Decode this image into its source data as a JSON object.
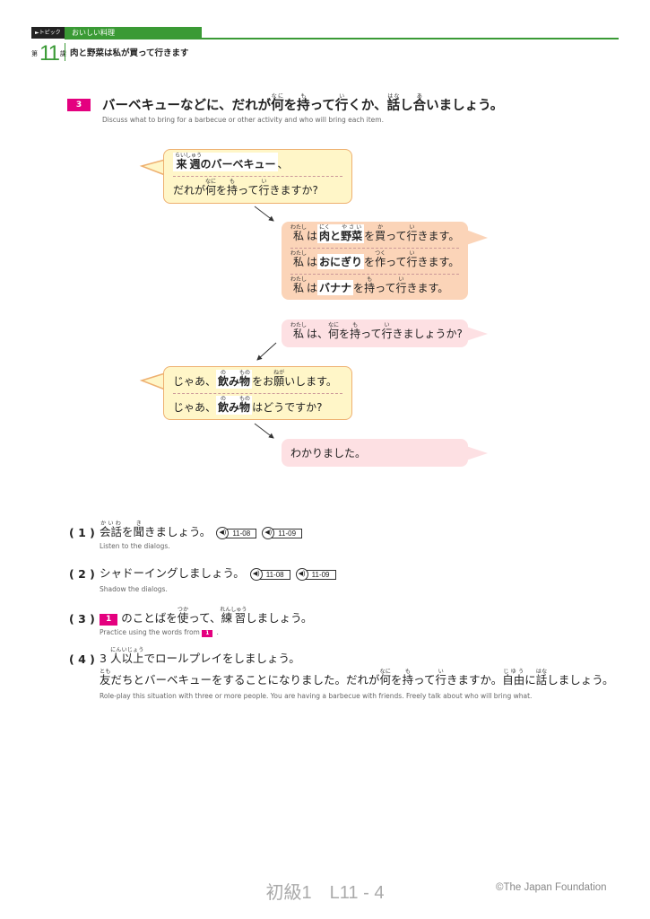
{
  "header": {
    "topic_label": "►トピック",
    "topic": "おいしい料理",
    "lesson_pre": "第",
    "lesson_num": "11",
    "lesson_post": "課",
    "title": "肉と野菜は私が買って行きます"
  },
  "section": {
    "number": "3",
    "heading": [
      "バーベキューなどに、だれが",
      {
        "t": "何",
        "r": "なに"
      },
      "を",
      {
        "t": "持",
        "r": "も"
      },
      "って",
      {
        "t": "行",
        "r": "い"
      },
      "くか、",
      {
        "t": "話",
        "r": "はな"
      },
      "し",
      {
        "t": "合",
        "r": "あ"
      },
      "いましょう。"
    ],
    "english": "Discuss what to bring for a barbecue or other activity and who will bring each item."
  },
  "dialog": {
    "b1": [
      [
        {
          "box": [
            {
              "t": "来週",
              "r": "らいしゅう"
            },
            "のバーベキュー"
          ]
        },
        " 、"
      ],
      [
        "だれが",
        {
          "t": "何",
          "r": "なに"
        },
        "を",
        {
          "t": "持",
          "r": "も"
        },
        "って",
        {
          "t": "行",
          "r": "い"
        },
        "きますか?"
      ]
    ],
    "b2": [
      [
        {
          "t": "私",
          "r": "わたし"
        },
        "は ",
        {
          "box": [
            {
              "t": "肉",
              "r": "にく"
            },
            "と",
            {
              "t": "野菜",
              "r": "やさい"
            }
          ]
        },
        " を",
        {
          "t": "買",
          "r": "か"
        },
        "って",
        {
          "t": "行",
          "r": "い"
        },
        "きます。"
      ],
      [
        {
          "t": "私",
          "r": "わたし"
        },
        "は ",
        {
          "box": [
            "おにぎり"
          ]
        },
        " を",
        {
          "t": "作",
          "r": "つく"
        },
        "って",
        {
          "t": "行",
          "r": "い"
        },
        "きます。"
      ],
      [
        {
          "t": "私",
          "r": "わたし"
        },
        "は ",
        {
          "box": [
            "バナナ"
          ]
        },
        " を",
        {
          "t": "持",
          "r": "も"
        },
        "って",
        {
          "t": "行",
          "r": "い"
        },
        "きます。"
      ]
    ],
    "b3": [
      [
        {
          "t": "私",
          "r": "わたし"
        },
        "は、",
        {
          "t": "何",
          "r": "なに"
        },
        "を",
        {
          "t": "持",
          "r": "も"
        },
        "って",
        {
          "t": "行",
          "r": "い"
        },
        "きましょうか?"
      ]
    ],
    "b4": [
      [
        "じゃあ、 ",
        {
          "box": [
            {
              "t": "飲",
              "r": "の"
            },
            "み",
            {
              "t": "物",
              "r": "もの"
            }
          ]
        },
        " をお",
        {
          "t": "願",
          "r": "ねが"
        },
        "いします。"
      ],
      [
        "じゃあ、 ",
        {
          "box": [
            {
              "t": "飲",
              "r": "の"
            },
            "み",
            {
              "t": "物",
              "r": "もの"
            }
          ]
        },
        " はどうですか?"
      ]
    ],
    "b5": [
      [
        "わかりました。"
      ]
    ]
  },
  "tasks": [
    {
      "label": "( 1 )",
      "text": [
        {
          "t": "会話",
          "r": "かいわ"
        },
        "を",
        {
          "t": "聞",
          "r": "き"
        },
        "きましょう。"
      ],
      "audio": [
        "11-08",
        "11-09"
      ],
      "english": "Listen to the dialogs."
    },
    {
      "label": "( 2 )",
      "text": [
        "シャドーイングしましょう。"
      ],
      "audio": [
        "11-08",
        "11-09"
      ],
      "english": "Shadow the dialogs."
    },
    {
      "label": "( 3 )",
      "box": "1",
      "text": [
        "のことばを",
        {
          "t": "使",
          "r": "つか"
        },
        "って、",
        {
          "t": "練習",
          "r": "れんしゅう"
        },
        "しましょう。"
      ],
      "english": "Practice using the words from"
    },
    {
      "label": "( 4 )",
      "text": [
        "3 ",
        {
          "t": "人以上",
          "r": "にんいじょう"
        },
        "でロールプレイをしましょう。"
      ],
      "text2": [
        {
          "t": "友",
          "r": "とも"
        },
        "だちとバーベキューをすることになりました。だれが",
        {
          "t": "何",
          "r": "なに"
        },
        "を",
        {
          "t": "持",
          "r": "も"
        },
        "って",
        {
          "t": "行",
          "r": "い"
        },
        "きますか。",
        {
          "t": "自由",
          "r": "じゆう"
        },
        "に",
        {
          "t": "話",
          "r": "はな"
        },
        "しましょう。"
      ],
      "english": "Role-play this situation with three or more people. You are having a barbecue with friends. Freely talk about who will bring what."
    }
  ],
  "footer": {
    "page": "初級1　L11 - 4",
    "copyright": "©The Japan Foundation"
  },
  "colors": {
    "green": "#3a9a35",
    "magenta": "#e4007f",
    "yellow": "#fff6c8",
    "peach": "#fbd4b8",
    "pink": "#fde0e3"
  }
}
